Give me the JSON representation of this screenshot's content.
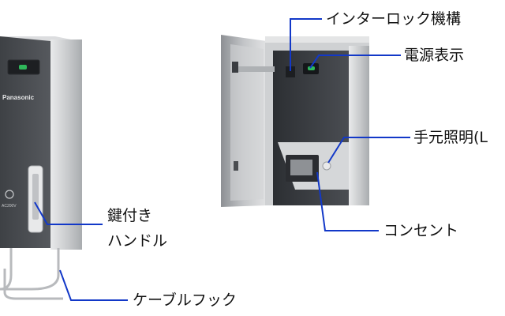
{
  "unit_left": {
    "brand": "Panasonic",
    "model_label": "AC200V"
  },
  "callouts": {
    "interlock": "インターロック機構",
    "power_display": "電源表示",
    "hand_light": "手元照明(L",
    "locking_handle_line1": "鍵付き",
    "locking_handle_line2": "ハンドル",
    "outlet": "コンセント",
    "cable_hook": "ケーブルフック"
  },
  "colors": {
    "leader_line": "#1238c8",
    "front_panel": "#4c4f53",
    "cabinet_gray": "#c9cbcd",
    "indicator_green": "#2fb85a"
  }
}
